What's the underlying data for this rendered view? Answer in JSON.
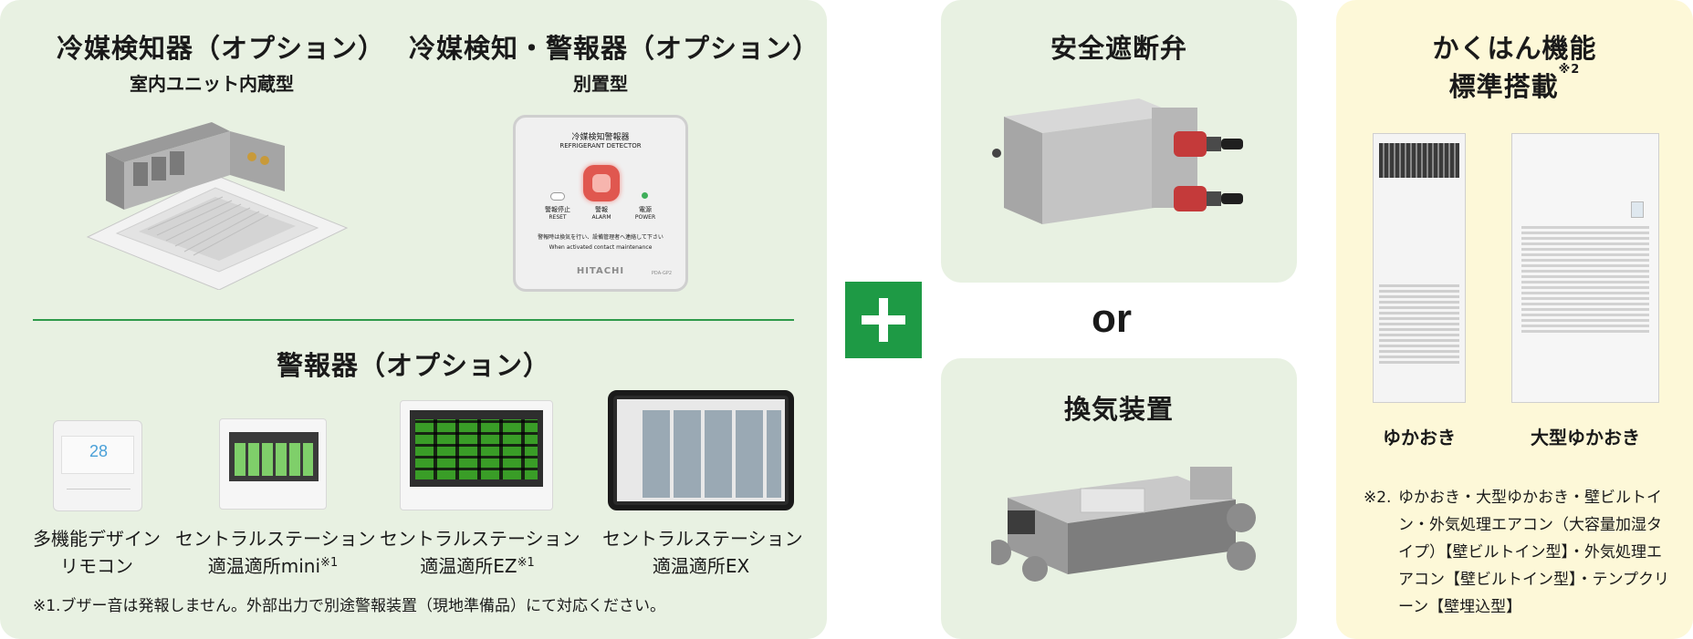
{
  "left": {
    "item1": {
      "title": "冷媒検知器（オプション）",
      "subtitle": "室内ユニット内蔵型"
    },
    "item2": {
      "title": "冷媒検知・警報器（オプション）",
      "subtitle": "別置型"
    },
    "detector": {
      "title": "冷媒検知警報器",
      "subtitle": "REFRIGERANT DETECTOR",
      "btn1_jp": "警報停止",
      "btn1_en": "RESET",
      "btn2_jp": "警報",
      "btn2_en": "ALARM",
      "btn3_jp": "電源",
      "btn3_en": "POWER",
      "msg_jp": "警報時は換気を行い、設備管理者へ連絡して下さい",
      "msg_en": "When activated contact maintenance",
      "brand": "HITACHI",
      "model": "PDA-GP2"
    },
    "alarm_title": "警報器（オプション）",
    "remote_display": "28",
    "devices": [
      {
        "line1": "多機能デザイン",
        "line2": "リモコン",
        "mark": ""
      },
      {
        "line1": "セントラルステーション",
        "line2": "適温適所mini",
        "mark": "※1"
      },
      {
        "line1": "セントラルステーション",
        "line2": "適温適所EZ",
        "mark": "※1"
      },
      {
        "line1": "セントラルステーション",
        "line2": "適温適所EX",
        "mark": ""
      }
    ],
    "footnote": "※1.ブザー音は発報しません。外部出力で別途警報装置（現地準備品）にて対応ください。"
  },
  "connector_or": "or",
  "valve": {
    "title": "安全遮断弁"
  },
  "vent": {
    "title": "換気装置"
  },
  "right": {
    "title_line1": "かくはん機能",
    "title_line2": "標準搭載",
    "title_mark": "※2",
    "unit1": "ゆかおき",
    "unit2": "大型ゆかおき",
    "note_mark": "※2.",
    "note_body": "ゆかおき・大型ゆかおき・壁ビルトイン・外気処理エアコン（大容量加湿タイプ）【壁ビルトイン型】・外気処理エアコン【壁ビルトイン型】・テンプクリーン【壁埋込型】"
  },
  "colors": {
    "panel_green": "#e8f1e2",
    "panel_yellow": "#fdf8d8",
    "accent_green": "#1e9a45",
    "alarm_red": "#e0574f"
  }
}
